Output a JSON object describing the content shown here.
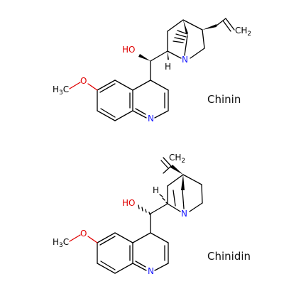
{
  "molecules": [
    {
      "name": "Chinin",
      "labels": {
        "ch2": "CH",
        "ch2_sub": "2",
        "ho": "HO",
        "h": "H",
        "n_bridge": "N",
        "h3c": "H",
        "h3c_sub": "3",
        "h3c_c": "C",
        "o": "O",
        "n_ring": "N"
      }
    },
    {
      "name": "Chinidin",
      "labels": {
        "ch2": "CH",
        "ch2_sub": "2",
        "ho": "HO",
        "h": "H",
        "n_bridge": "N",
        "h3c": "H",
        "h3c_sub": "3",
        "h3c_c": "C",
        "o": "O",
        "n_ring": "N"
      }
    }
  ],
  "colors": {
    "oxygen": "#e00000",
    "nitrogen": "#1a1aff",
    "bond": "#000000"
  }
}
